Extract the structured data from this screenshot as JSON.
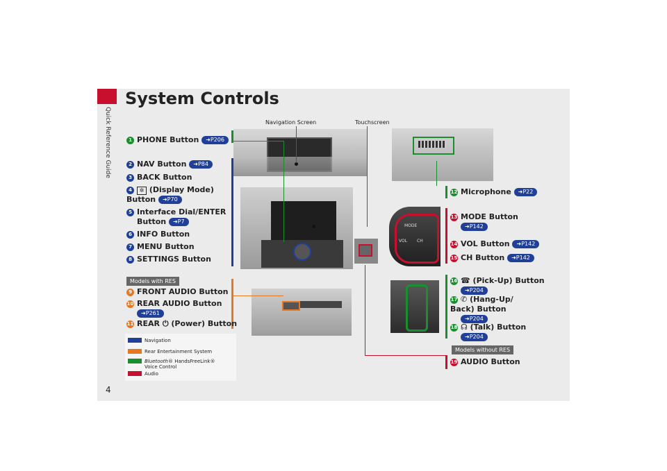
{
  "page": {
    "number": "4",
    "sidebar": "Quick Reference Guide",
    "title": "System Controls"
  },
  "captions": {
    "nav_screen": "Navigation Screen",
    "touchscreen": "Touchscreen"
  },
  "items": [
    {
      "n": "1",
      "label": "PHONE Button",
      "ref": "P206",
      "color": "#1a8f2e"
    },
    {
      "n": "2",
      "label": "NAV Button",
      "ref": "P84",
      "color": "#1f3f99"
    },
    {
      "n": "3",
      "label": "BACK Button",
      "ref": "",
      "color": "#1f3f99"
    },
    {
      "n": "4",
      "label": "(Display Mode)",
      "label2": "Button",
      "ref": "P70",
      "color": "#1f3f99"
    },
    {
      "n": "5",
      "label": "Interface Dial/ENTER",
      "label2": "Button",
      "ref": "P7",
      "color": "#1f3f99"
    },
    {
      "n": "6",
      "label": "INFO Button",
      "ref": "",
      "color": "#1f3f99"
    },
    {
      "n": "7",
      "label": "MENU Button",
      "ref": "",
      "color": "#1f3f99"
    },
    {
      "n": "8",
      "label": "SETTINGS Button",
      "ref": "",
      "color": "#1f3f99"
    },
    {
      "n": "9",
      "label": "FRONT AUDIO Button",
      "ref": "",
      "color": "#e87722"
    },
    {
      "n": "10",
      "label": "REAR AUDIO Button",
      "ref": "P261",
      "color": "#e87722"
    },
    {
      "n": "11",
      "label": "REAR",
      "label_after": "(Power) Button",
      "ref": "",
      "color": "#e87722"
    },
    {
      "n": "12",
      "label": "Microphone",
      "ref": "P22",
      "color": "#1a8f2e"
    },
    {
      "n": "13",
      "label": "MODE Button",
      "ref": "P142",
      "color": "#c8102e"
    },
    {
      "n": "14",
      "label": "VOL Button",
      "ref": "P142",
      "color": "#c8102e"
    },
    {
      "n": "15",
      "label": "CH Button",
      "ref": "P142",
      "color": "#c8102e"
    },
    {
      "n": "16",
      "label": "(Pick-Up) Button",
      "ref": "P204",
      "color": "#1a8f2e"
    },
    {
      "n": "17",
      "label": "(Hang-Up/",
      "label2": "Back) Button",
      "ref": "P204",
      "color": "#1a8f2e"
    },
    {
      "n": "18",
      "label": "(Talk) Button",
      "ref": "P204",
      "color": "#1a8f2e"
    },
    {
      "n": "19",
      "label": "AUDIO Button",
      "ref": "",
      "color": "#c8102e"
    }
  ],
  "tags": {
    "with_res": "Models with RES",
    "without_res": "Models without RES"
  },
  "legend": [
    {
      "label": "Navigation",
      "color": "#1f3f99"
    },
    {
      "label": "Rear Entertainment System",
      "color": "#e87722"
    },
    {
      "label_italic": "Bluetooth®",
      "label": " HandsFreeLink®",
      "label2": "Voice Control",
      "color": "#1a8f2e"
    },
    {
      "label": "Audio",
      "color": "#c8102e"
    }
  ],
  "console_labels": {
    "mode": "MODE",
    "vol": "VOL",
    "ch": "CH"
  }
}
